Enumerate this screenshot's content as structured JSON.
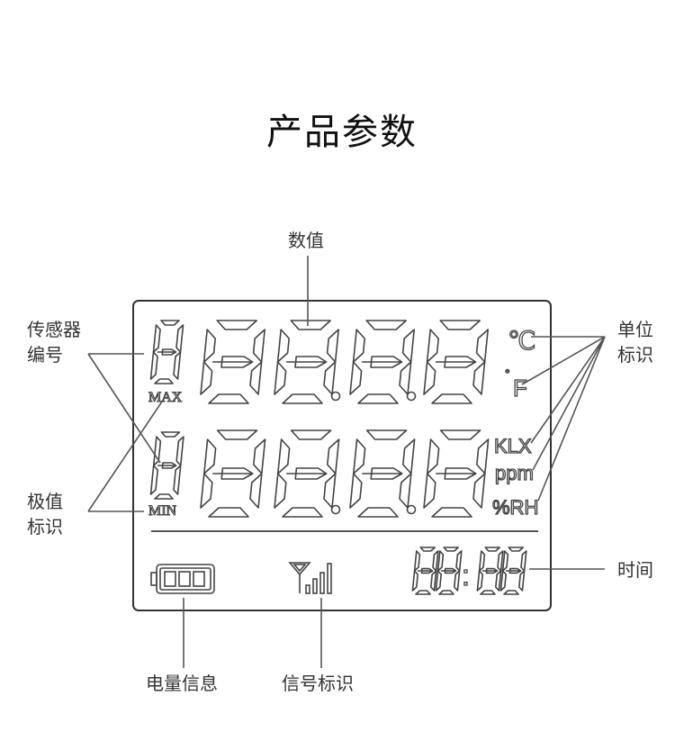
{
  "title": "产品参数",
  "labels": {
    "value": "数值",
    "sensor_id_line1": "传感器",
    "sensor_id_line2": "编号",
    "extreme_line1": "极值",
    "extreme_line2": "标识",
    "unit_line1": "单位",
    "unit_line2": "标识",
    "time": "时间",
    "battery": "电量信息",
    "signal": "信号标识"
  },
  "lcd": {
    "max": "MAX",
    "min": "MIN",
    "unit_c": "℃",
    "deg": "°",
    "unit_f": "F",
    "unit_klx": "KLX",
    "unit_ppm": "ppm",
    "unit_rh": "%RH",
    "clock_colon": ":"
  },
  "colors": {
    "ink": "#444444",
    "text": "#333333",
    "background": "#ffffff"
  },
  "icons": [
    "battery-icon",
    "signal-antenna-icon"
  ]
}
